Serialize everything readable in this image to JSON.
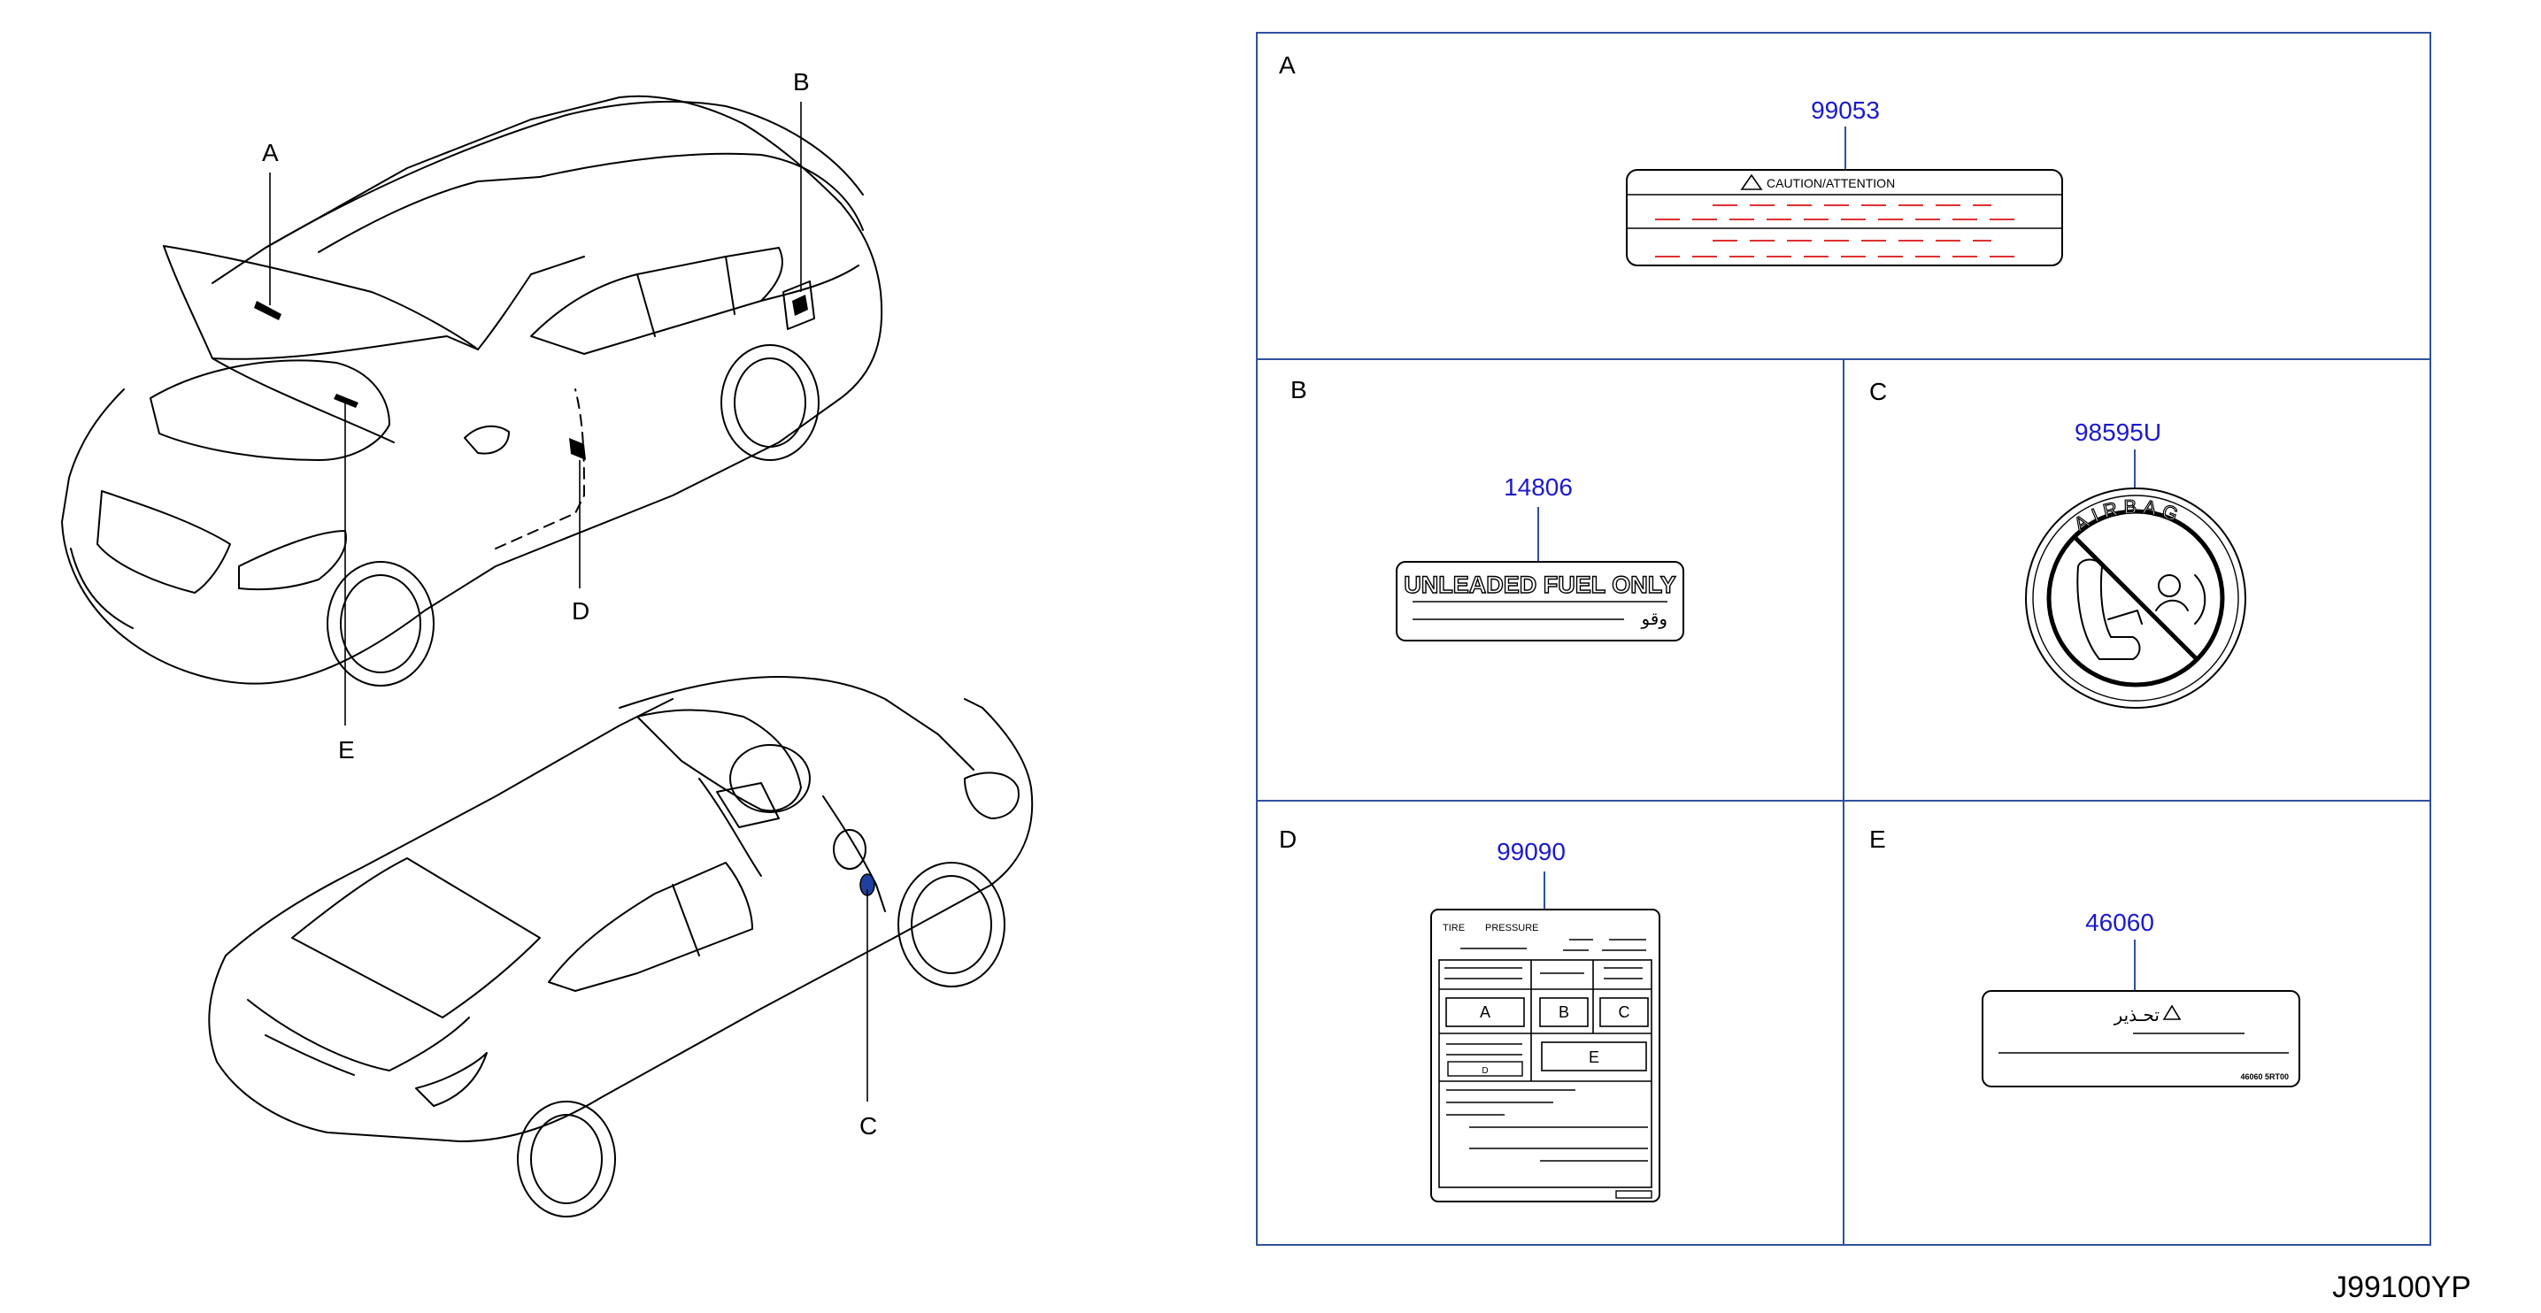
{
  "callouts": [
    "A",
    "B",
    "C",
    "D",
    "E"
  ],
  "panels": {
    "A": {
      "letter": "A",
      "part": "99053",
      "caution": "CAUTION/ATTENTION"
    },
    "B": {
      "letter": "B",
      "part": "14806",
      "fuel": "UNLEADED FUEL ONLY",
      "arabic": "وقو"
    },
    "C": {
      "letter": "C",
      "part": "98595U",
      "airbag": "AIRBAG"
    },
    "D": {
      "letter": "D",
      "part": "99090",
      "tire": "TIRE",
      "pressure": "PRESSURE",
      "cells": [
        "A",
        "B",
        "C",
        "D",
        "E"
      ]
    },
    "E": {
      "letter": "E",
      "part": "46060",
      "arabic": "تحـذير",
      "code": "46060 5RT00"
    }
  },
  "diagram_code": "J99100YP"
}
